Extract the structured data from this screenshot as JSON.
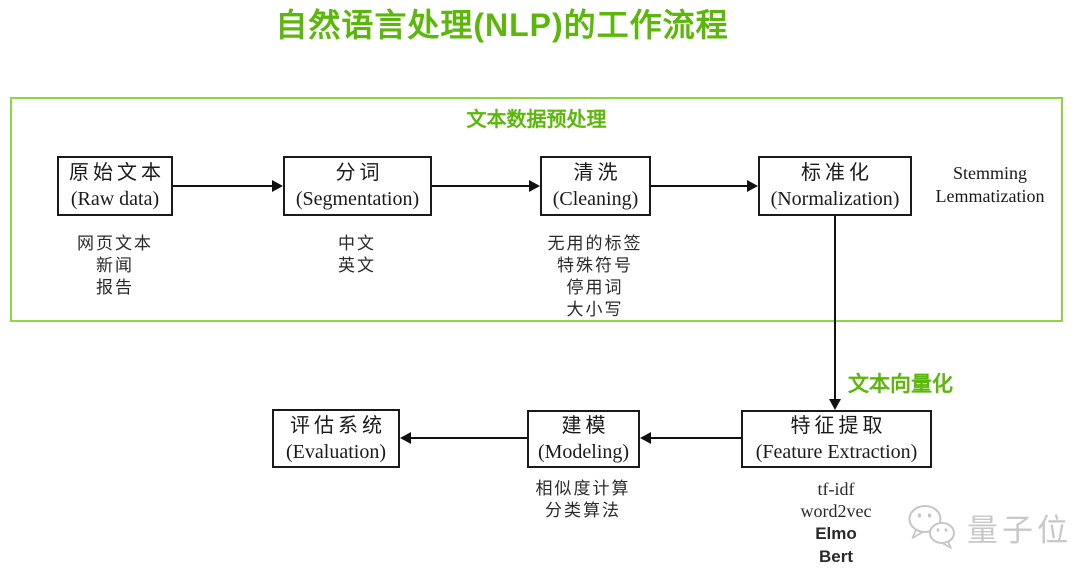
{
  "title": "自然语言处理(NLP)的工作流程",
  "panel": {
    "header": "文本数据预处理"
  },
  "stages": {
    "raw": {
      "zh": "原始文本",
      "en": "(Raw data)",
      "notes": [
        "网页文本",
        "新闻",
        "报告"
      ]
    },
    "segmentation": {
      "zh": "分词",
      "en": "(Segmentation)",
      "notes": [
        "中文",
        "英文"
      ]
    },
    "cleaning": {
      "zh": "清洗",
      "en": "(Cleaning)",
      "notes": [
        "无用的标签",
        "特殊符号",
        "停用词",
        "大小写"
      ]
    },
    "normalization": {
      "zh": "标准化",
      "en": "(Normalization)"
    },
    "feature_extraction": {
      "zh": "特征提取",
      "en": "(Feature Extraction)",
      "notes": [
        "tf-idf",
        "word2vec"
      ],
      "notes_alt": [
        "Elmo",
        "Bert"
      ]
    },
    "modeling": {
      "zh": "建模",
      "en": "(Modeling)",
      "notes": [
        "相似度计算",
        "分类算法"
      ]
    },
    "evaluation": {
      "zh": "评估系统",
      "en": "(Evaluation)"
    }
  },
  "side_note": {
    "line1": "Stemming",
    "line2": "Lemmatization"
  },
  "vectorization_label": "文本向量化",
  "watermark": {
    "icon": "wechat-icon",
    "label": "量子位"
  },
  "colors": {
    "accent_green": "#5cb70b",
    "panel_border": "#8ed63f",
    "box_border": "#1a1a1a",
    "watermark_gray": "#c8c8c8"
  }
}
